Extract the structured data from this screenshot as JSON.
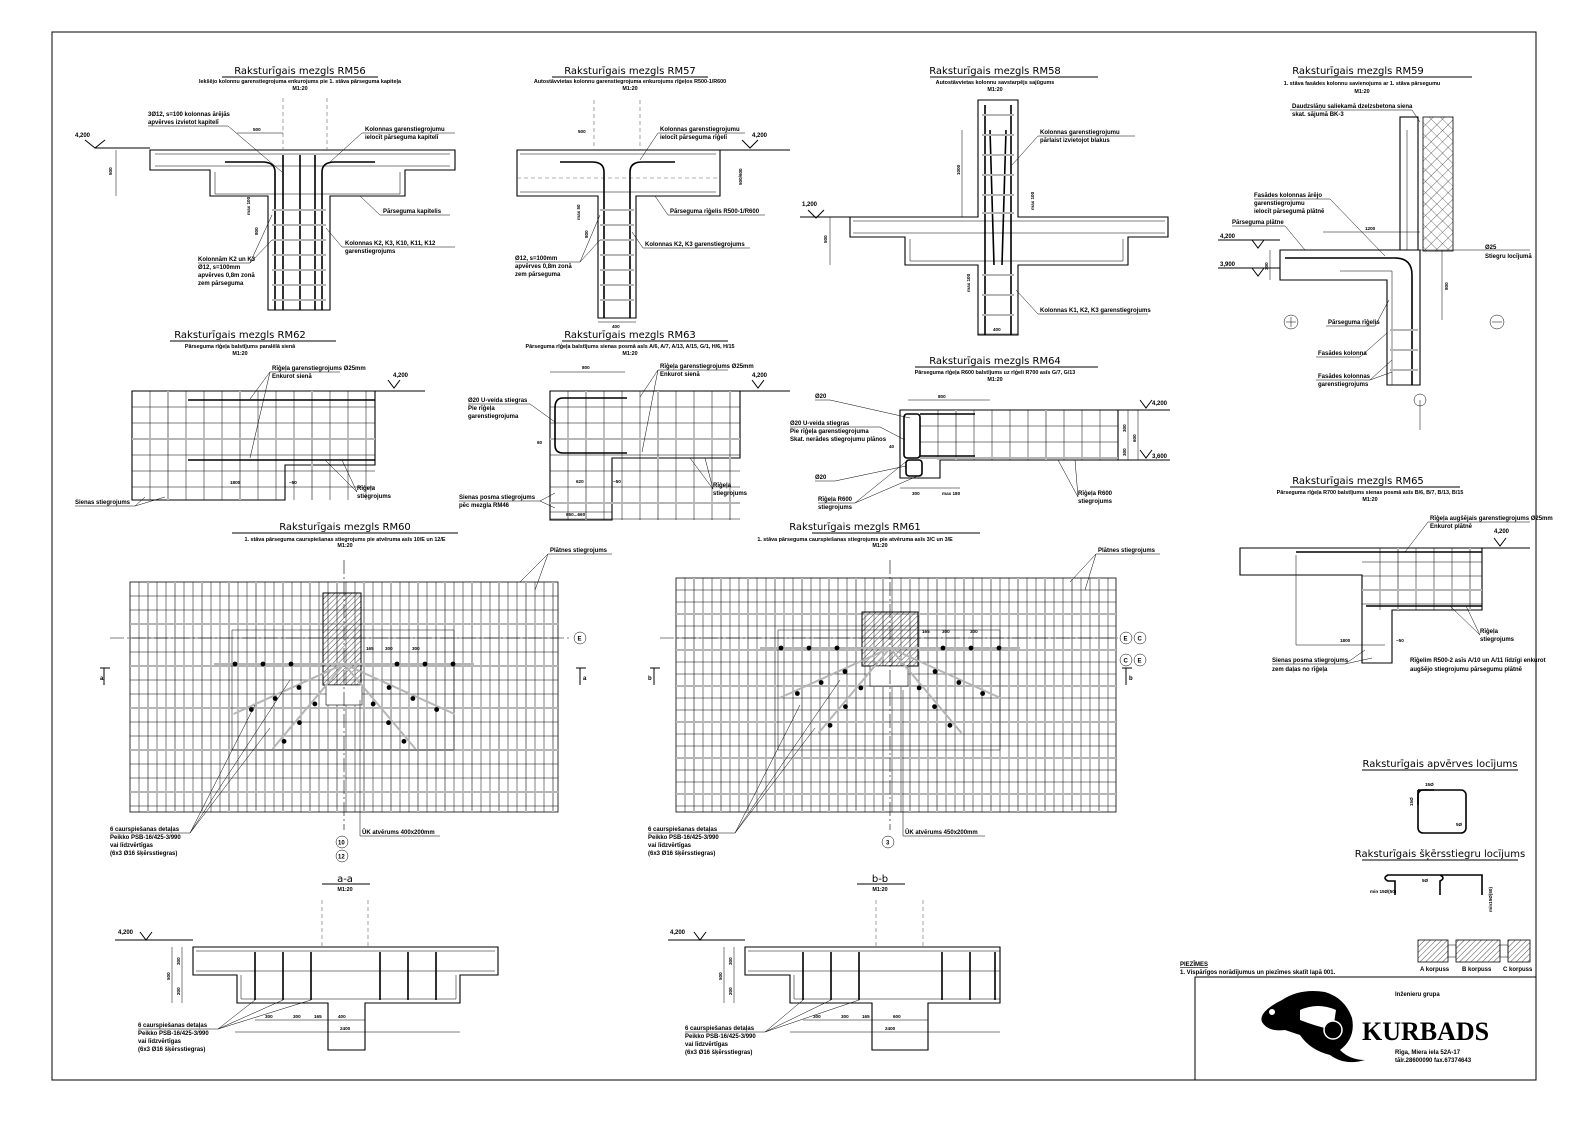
{
  "details": {
    "rm56": {
      "title": "Raksturīgais mezgls RM56",
      "subtitle": "Iekšējo kolonnu garenstiegrojuma enkurojums pie 1. stāva pārseguma kapiteļa",
      "scale": "M1:20",
      "level": "4,200",
      "labels": [
        "3Ø12, s=100 kolonnas ārējās",
        "apvērves izvietot kapitelī",
        "Kolonnas garenstiegrojumu",
        "ielocīt pārseguma kapitelī",
        "Pārseguma kapitelis",
        "Kolonnas K2, K3, K10, K11, K12",
        "garenstiegrojums",
        "Kolonnām K2 un K3",
        "Ø12, s=100mm",
        "apvērves 0,8m zonā",
        "zem pārseguma"
      ],
      "dims": [
        "500",
        "500",
        "max 100",
        "800"
      ]
    },
    "rm57": {
      "title": "Raksturīgais mezgls RM57",
      "subtitle": "Autostāvvietas kolonnu garenstiegrojuma enkurojums rīģeļos R500-1/R600",
      "scale": "M1:20",
      "level": "4,200",
      "labels": [
        "Kolonnas garenstiegrojumu",
        "ielocīt pārseguma rīģelī",
        "Pārseguma rīģelis R500-1/R600",
        "Kolonnas K2, K3 garenstiegrojums",
        "Ø12, s=100mm",
        "apvērves 0,8m zonā",
        "zem pārseguma"
      ],
      "dims": [
        "500",
        "500/600",
        "max 50",
        "800",
        "400"
      ]
    },
    "rm58": {
      "title": "Raksturīgais mezgls RM58",
      "subtitle": "Autostāvvietas kolonnu savstarpējs sajūgums",
      "scale": "M1:20",
      "level": "1,200",
      "labels": [
        "Kolonnas garenstiegrojumu",
        "pārlaist izvietojot blakus",
        "Kolonnas K1, K2, K3 garenstiegrojums"
      ],
      "dims": [
        "1000",
        "500",
        "max 100",
        "max 100",
        "400"
      ]
    },
    "rm59": {
      "title": "Raksturīgais mezgls RM59",
      "subtitle": "1. stāva fasādes kolonnu savienojums ar 1. stāva pārsegumu",
      "scale": "M1:20",
      "levels": [
        "4,200",
        "3,900"
      ],
      "labels": [
        "Daudzslāņu saliekamā dzelzsbetona siena",
        "skat. sājumā BK-3",
        "Fasādes kolonnas ārējo",
        "garenstiegrojumu",
        "ielocīt pārsegumā plātnē",
        "Pārseguma plātne",
        "Ø25",
        "Stiegru locījumā",
        "Pārseguma rīģelis",
        "Fasādes kolonna",
        "Fasādes kolonnas",
        "garenstiegrojums"
      ],
      "dims": [
        "1200",
        "300",
        "800"
      ]
    },
    "rm62": {
      "title": "Raksturīgais mezgls RM62",
      "subtitle": "Pārseguma rīģeļa balstījums paralēlā sienā",
      "scale": "M1:20",
      "level": "4,200",
      "labels": [
        "Rīģeļa garenstiegrojums Ø25mm",
        "Enkurot sienā",
        "Rīģeļa",
        "stiegrojums",
        "Sienas stiegrojums"
      ],
      "dims": [
        "1800",
        "~50"
      ]
    },
    "rm63": {
      "title": "Raksturīgais mezgls RM63",
      "subtitle": "Pārseguma rīģeļa balstījums sienas posmā asīs A/6, A/7, A/13, A/15, G/1, H/6, H/15",
      "scale": "M1:20",
      "level": "4,200",
      "labels": [
        "Rīģeļa garenstiegrojums Ø25mm",
        "Enkurot sienā",
        "Ø20 U-veida stiegras",
        "Pie rīģeļa",
        "garenstiegrojuma",
        "Rīģeļa",
        "stiegrojums",
        "Sienas posma stiegrojums",
        "pēc mezgla RM46"
      ],
      "dims": [
        "800",
        "60",
        "620",
        "~50",
        "650...660"
      ]
    },
    "rm64": {
      "title": "Raksturīgais mezgls RM64",
      "subtitle": "Pārseguma rīģeļa R600 balstījums uz rīģeli R700 asīs G/7, G/13",
      "scale": "M1:20",
      "levels": [
        "4,200",
        "3,600"
      ],
      "labels": [
        "Ø20",
        "Ø20 U-veida stiegras",
        "Pie rīģeļa garenstiegrojuma",
        "Skat. nerādes stiegrojumu plānos",
        "Ø20",
        "Rīģeļa R600",
        "stiegrojums",
        "Rīģeļa R600",
        "stiegrojums"
      ],
      "dims": [
        "800",
        "40",
        "300",
        "max 180",
        "300",
        "300",
        "600"
      ]
    },
    "rm65": {
      "title": "Raksturīgais mezgls RM65",
      "subtitle": "Pārseguma rīģeļa R700 balstījums sienas posmā asīs B/6, B/7, B/13, B/15",
      "scale": "M1:20",
      "level": "4,200",
      "labels": [
        "Rīģeļa augšējais garenstiegrojums Ø25mm",
        "Enkurot plātnē",
        "Rīģeļa",
        "stiegrojums",
        "Sienas posma stiegrojums",
        "zem daļas no rīģeļa",
        "Rīģelim R500-2 asīs A/10 un A/11 līdzīgi enkurot",
        "augšējo stiegrojumu pārsegumu plātnē"
      ],
      "dims": [
        "1800",
        "~50"
      ]
    },
    "rm60": {
      "title": "Raksturīgais mezgls RM60",
      "subtitle": "1. stāva pārseguma caurspiešanas stiegrojums pie atvēruma asīs 10/E un 12/E",
      "scale": "M1:20",
      "labels": [
        "Plātnes stiegrojums",
        "6 caurspiešanas detaļas",
        "Peikko PSB-16/425-3/990",
        "vai līdzvērtīgas",
        "(6x3 Ø16 šķērsstiegras)",
        "ŪK atvērums 400x200mm"
      ],
      "axes": [
        "E",
        "10",
        "12"
      ],
      "section_mark": "a",
      "dims": [
        "165",
        "300",
        "300"
      ]
    },
    "rm61": {
      "title": "Raksturīgais mezgls RM61",
      "subtitle": "1. stāva pārseguma caurspiešanas stiegrojums pie atvēruma asīs 3/C un 3/E",
      "scale": "M1:20",
      "labels": [
        "Plātnes stiegrojums",
        "6 caurspiešanas detaļas",
        "Peikko PSB-16/425-3/990",
        "vai līdzvērtīgas",
        "(6x3 Ø16 šķērsstiegras)",
        "ŪK atvērums 450x200mm"
      ],
      "axes": [
        "E",
        "C",
        "C",
        "E",
        "3"
      ],
      "section_mark": "b",
      "dims": [
        "165",
        "300",
        "300"
      ]
    },
    "section_aa": {
      "title": "a-a",
      "scale": "M1:20",
      "level": "4,200",
      "labels": [
        "6 caurspiešanas detaļas",
        "Peikko PSB-16/425-3/990",
        "vai līdzvērtīgas",
        "(6x3 Ø16 šķērsstiegras)"
      ],
      "dims": [
        "300",
        "300",
        "165",
        "400",
        "2400",
        "300",
        "200",
        "500"
      ]
    },
    "section_bb": {
      "title": "b-b",
      "scale": "M1:20",
      "level": "4,200",
      "labels": [
        "6 caurspiešanas detaļas",
        "Peikko PSB-16/425-3/990",
        "vai līdzvērtīgas",
        "(6x3 Ø16 šķērsstiegras)"
      ],
      "dims": [
        "300",
        "300",
        "165",
        "600",
        "2400",
        "300",
        "200",
        "500"
      ]
    },
    "stirrup_bend": {
      "title": "Raksturīgais apvērves locījums",
      "dims": [
        "15Ø",
        "15Ø",
        "5Ø"
      ]
    },
    "crossbar_bend": {
      "title": "Raksturīgais šķērsstiegru locījums",
      "dims": [
        "min 15Ø(50)",
        "5Ø",
        "min15Ø(50)"
      ]
    }
  },
  "key_plan": {
    "labels": [
      "A korpuss",
      "B korpuss",
      "C korpuss"
    ]
  },
  "notes": {
    "heading": "PIEZĪMES",
    "items": [
      "1. Vispārīgos norādījumus un piezīmes skatīt lapā 001."
    ]
  },
  "title_block": {
    "company_group": "Inženieru grupa",
    "company_name": "KURBADS",
    "address": "Rīga, Miera iela 52A-17",
    "phone": "tālr.28600090 fax.67374643"
  }
}
